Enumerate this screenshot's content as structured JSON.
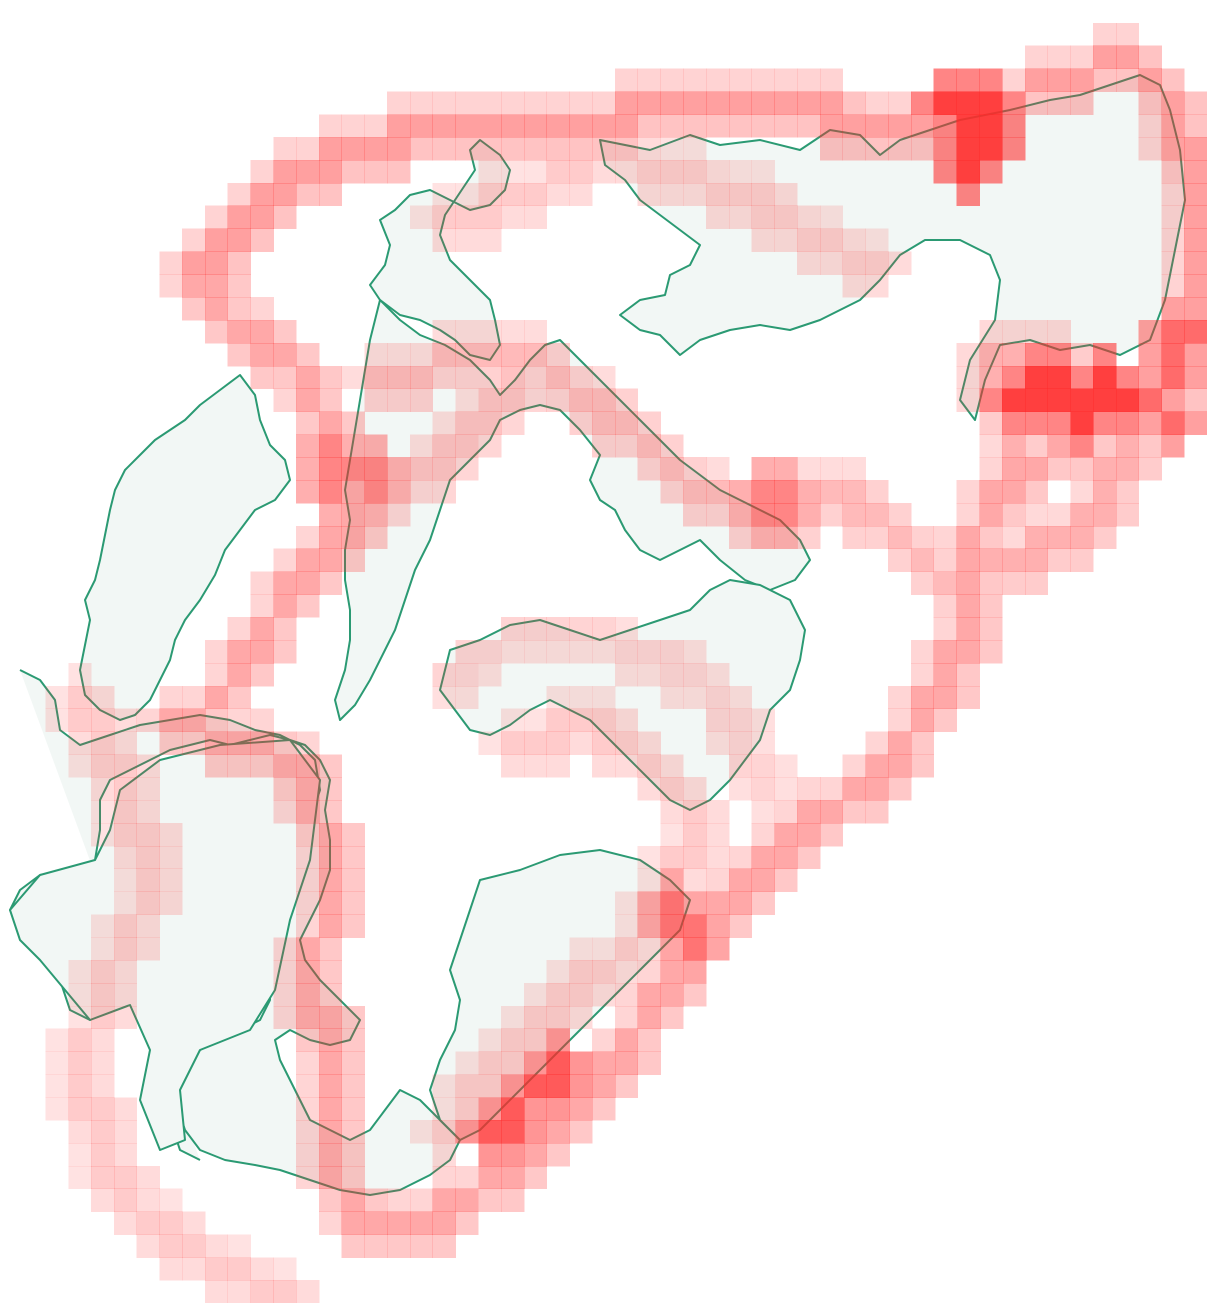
{
  "map": {
    "colors": {
      "land_fill": "#f2f7f5",
      "coastline": "#2b9a73",
      "heat": "#ff2a2a",
      "background": "#ffffff"
    },
    "heatmap": {
      "grid_cols": 53,
      "grid_rows": 57,
      "scale_min": 0,
      "scale_max": 1,
      "corridors": [
        {
          "name": "north-edge",
          "level": 0.45,
          "path": [
            [
              8,
              11
            ],
            [
              12,
              7
            ],
            [
              18,
              5
            ],
            [
              24,
              5
            ],
            [
              29,
              4
            ],
            [
              34,
              4
            ],
            [
              38,
              5
            ],
            [
              42,
              5
            ],
            [
              45,
              3
            ],
            [
              49,
              2
            ]
          ]
        },
        {
          "name": "northeast-edge",
          "level": 0.45,
          "path": [
            [
              49,
              2
            ],
            [
              51,
              4
            ],
            [
              52,
              8
            ],
            [
              52,
              12
            ],
            [
              52,
              15
            ],
            [
              51,
              17
            ]
          ]
        },
        {
          "name": "west-hook",
          "level": 0.4,
          "path": [
            [
              8,
              11
            ],
            [
              10,
              14
            ],
            [
              13,
              16
            ],
            [
              14,
              19
            ],
            [
              15,
              22
            ],
            [
              13,
              24
            ],
            [
              11,
              27
            ],
            [
              9,
              30
            ],
            [
              7,
              31
            ],
            [
              10,
              32
            ],
            [
              13,
              33
            ],
            [
              14,
              38
            ],
            [
              13,
              42
            ],
            [
              14,
              46
            ],
            [
              14,
              50
            ],
            [
              15,
              53
            ]
          ]
        },
        {
          "name": "south-coast",
          "level": 0.4,
          "path": [
            [
              15,
              53
            ],
            [
              18,
              53
            ],
            [
              21,
              51
            ],
            [
              24,
              48
            ],
            [
              27,
              45
            ],
            [
              29,
              42
            ],
            [
              31,
              39
            ],
            [
              33,
              37
            ],
            [
              35,
              35
            ],
            [
              37,
              34
            ],
            [
              39,
              32
            ],
            [
              41,
              29
            ],
            [
              42,
              26
            ],
            [
              42,
              23
            ],
            [
              44,
              20
            ],
            [
              48,
              18
            ],
            [
              51,
              17
            ]
          ]
        },
        {
          "name": "east-arc",
          "level": 0.35,
          "path": [
            [
              44,
              19
            ],
            [
              43,
              15
            ],
            [
              45,
              15
            ],
            [
              48,
              17
            ],
            [
              50,
              16
            ],
            [
              48,
              21
            ],
            [
              46,
              23
            ],
            [
              43,
              24
            ]
          ]
        },
        {
          "name": "inner-ridge",
          "level": 0.3,
          "path": [
            [
              16,
              16
            ],
            [
              20,
              15
            ],
            [
              23,
              15
            ],
            [
              25,
              17
            ],
            [
              28,
              19
            ],
            [
              30,
              21
            ],
            [
              33,
              22
            ],
            [
              36,
              21
            ],
            [
              39,
              23
            ],
            [
              42,
              26
            ]
          ]
        },
        {
          "name": "inner-west",
          "level": 0.25,
          "path": [
            [
              15,
              22
            ],
            [
              18,
              20
            ],
            [
              20,
              18
            ],
            [
              22,
              16
            ]
          ]
        },
        {
          "name": "central-south",
          "level": 0.2,
          "path": [
            [
              22,
              32
            ],
            [
              25,
              31
            ],
            [
              28,
              33
            ],
            [
              30,
              35
            ],
            [
              29,
              38
            ],
            [
              27,
              41
            ],
            [
              24,
              43
            ],
            [
              21,
              46
            ],
            [
              19,
              49
            ]
          ]
        },
        {
          "name": "midline",
          "level": 0.15,
          "path": [
            [
              19,
              29
            ],
            [
              22,
              27
            ],
            [
              25,
              27
            ],
            [
              28,
              28
            ],
            [
              31,
              30
            ],
            [
              33,
              34
            ]
          ]
        },
        {
          "name": "far-west",
          "level": 0.2,
          "path": [
            [
              3,
              30
            ],
            [
              5,
              34
            ],
            [
              6,
              38
            ],
            [
              4,
              42
            ],
            [
              3,
              46
            ],
            [
              4,
              50
            ],
            [
              6,
              53
            ],
            [
              9,
              55
            ],
            [
              12,
              56
            ]
          ]
        },
        {
          "name": "north-inner",
          "level": 0.2,
          "path": [
            [
              19,
              9
            ],
            [
              22,
              8
            ],
            [
              26,
              6
            ],
            [
              32,
              8
            ],
            [
              35,
              10
            ],
            [
              38,
              11
            ]
          ]
        }
      ],
      "hotspots": [
        {
          "name": "northeast-peak",
          "level": 1.0,
          "cells": [
            [
              42,
              4
            ],
            [
              42,
              5
            ],
            [
              43,
              4
            ],
            [
              43,
              5
            ],
            [
              42,
              6
            ],
            [
              42,
              7
            ],
            [
              41,
              4
            ],
            [
              43,
              6
            ]
          ]
        },
        {
          "name": "east-peak",
          "level": 1.0,
          "cells": [
            [
              45,
              16
            ],
            [
              46,
              16
            ],
            [
              47,
              17
            ],
            [
              48,
              17
            ],
            [
              47,
              18
            ],
            [
              46,
              17
            ],
            [
              44,
              17
            ],
            [
              49,
              17
            ],
            [
              48,
              16
            ],
            [
              45,
              17
            ]
          ]
        },
        {
          "name": "south-peak",
          "level": 0.85,
          "cells": [
            [
              21,
              49
            ],
            [
              22,
              49
            ],
            [
              22,
              48
            ],
            [
              23,
              47
            ],
            [
              24,
              47
            ],
            [
              24,
              46
            ]
          ]
        },
        {
          "name": "southeast-node",
          "level": 0.7,
          "cells": [
            [
              29,
              40
            ],
            [
              30,
              40
            ],
            [
              30,
              41
            ],
            [
              29,
              39
            ]
          ]
        },
        {
          "name": "east-coast-node",
          "level": 0.75,
          "cells": [
            [
              51,
              14
            ],
            [
              52,
              14
            ],
            [
              51,
              15
            ],
            [
              51,
              16
            ],
            [
              50,
              17
            ],
            [
              51,
              18
            ]
          ]
        },
        {
          "name": "ridge-node",
          "level": 0.6,
          "cells": [
            [
              33,
              21
            ],
            [
              34,
              21
            ],
            [
              33,
              22
            ],
            [
              34,
              22
            ]
          ]
        },
        {
          "name": "west-node",
          "level": 0.6,
          "cells": [
            [
              14,
              19
            ],
            [
              14,
              20
            ],
            [
              15,
              20
            ],
            [
              16,
              21
            ],
            [
              14,
              21
            ],
            [
              16,
              20
            ]
          ]
        }
      ]
    }
  }
}
